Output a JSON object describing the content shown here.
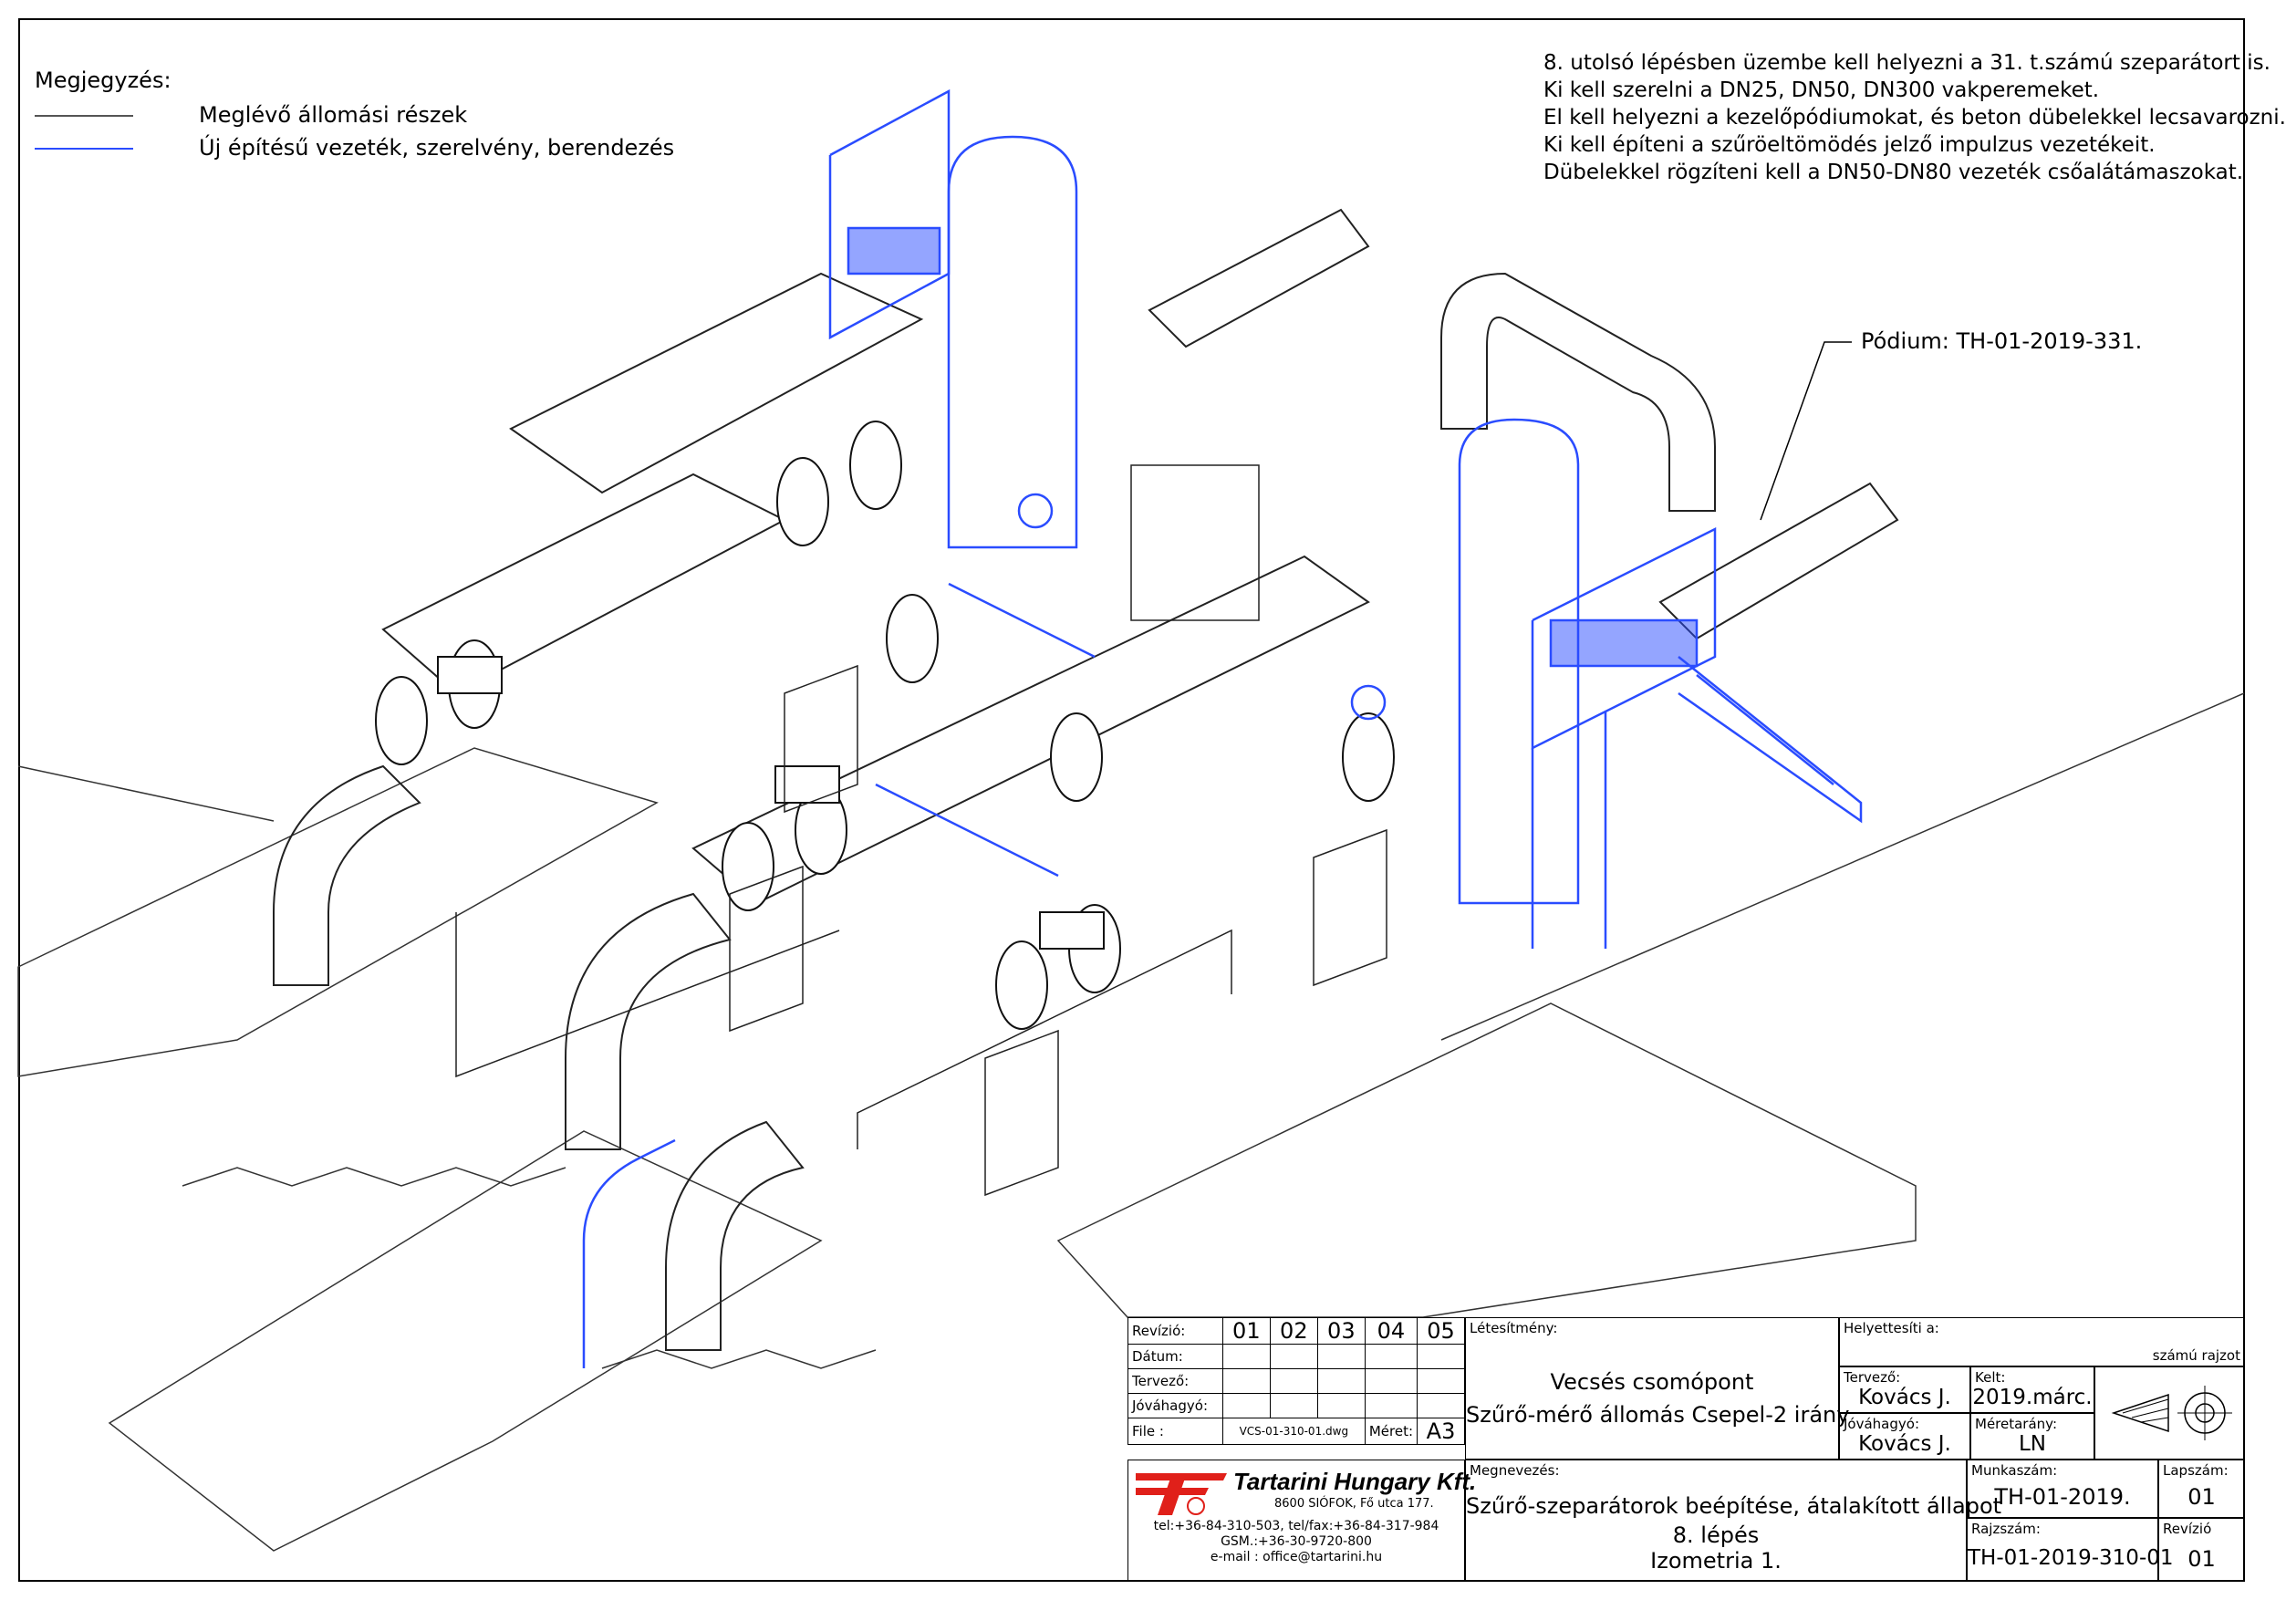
{
  "legend": {
    "title": "Megjegyzés:",
    "items": [
      {
        "label": "Meglévő állomási részek",
        "color": "#555555"
      },
      {
        "label": "Új építésű vezeték, szerelvény, berendezés",
        "color": "#2a4cff"
      }
    ]
  },
  "notes": [
    "8. utolsó lépésben üzembe kell helyezni a 31. t.számú szeparátort is.",
    "Ki kell szerelni a DN25, DN50, DN300 vakperemeket.",
    "El kell helyezni a kezelőpódiumokat, és beton dübelekkel lecsavarozni.",
    "Ki kell építeni a szűröeltömödés jelző impulzus vezetékeit.",
    "Dübelekkel rögzíteni kell a DN50-DN80 vezeték csőalátámaszokat."
  ],
  "podium_label": "Pódium: TH-01-2019-331.",
  "title_block": {
    "revision_label": "Revízió:",
    "revision_numbers": [
      "01",
      "02",
      "03",
      "04",
      "05"
    ],
    "date_label": "Dátum:",
    "designer_label": "Tervező:",
    "approver_label": "Jóváhagyó:",
    "file_label": "File :",
    "file_value": "VCS-01-310-01.dwg",
    "size_label": "Méret:",
    "size_value": "A3",
    "facility_label": "Létesítmény:",
    "facility_line1": "Vecsés csomópont",
    "facility_line2": "Szűrő-mérő állomás Csepel-2 irány",
    "replaces_label": "Helyettesíti a:",
    "drawing_no_suffix": "számú rajzot",
    "tervezo_label": "Tervező:",
    "tervezo_value": "Kovács J.",
    "kelt_label": "Kelt:",
    "kelt_value": "2019.márc.",
    "jovahagyo_label": "Jóváhagyó:",
    "jovahagyo_value": "Kovács J.",
    "scale_label": "Méretarány:",
    "scale_value": "LN",
    "name_label": "Megnevezés:",
    "name_line1": "Szűrő-szeparátorok beépítése, átalakított állapot",
    "name_line2": "8. lépés",
    "name_line3": "Izometria 1.",
    "work_no_label": "Munkaszám:",
    "work_no_value": "TH-01-2019.",
    "sheet_label": "Lapszám:",
    "sheet_value": "01",
    "drawing_no_label": "Rajzszám:",
    "drawing_no_value": "TH-01-2019-310-01",
    "revision_label2": "Revízió",
    "revision_value": "01"
  },
  "company": {
    "name": "Tartarini Hungary Kft.",
    "address": "8600 SIÓFOK, Fő utca 177.",
    "phone": "tel:+36-84-310-503, tel/fax:+36-84-317-984",
    "gsm": "GSM.:+36-30-9720-800",
    "email": "e-mail : office@tartarini.hu",
    "logo_color": "#e0201a"
  }
}
